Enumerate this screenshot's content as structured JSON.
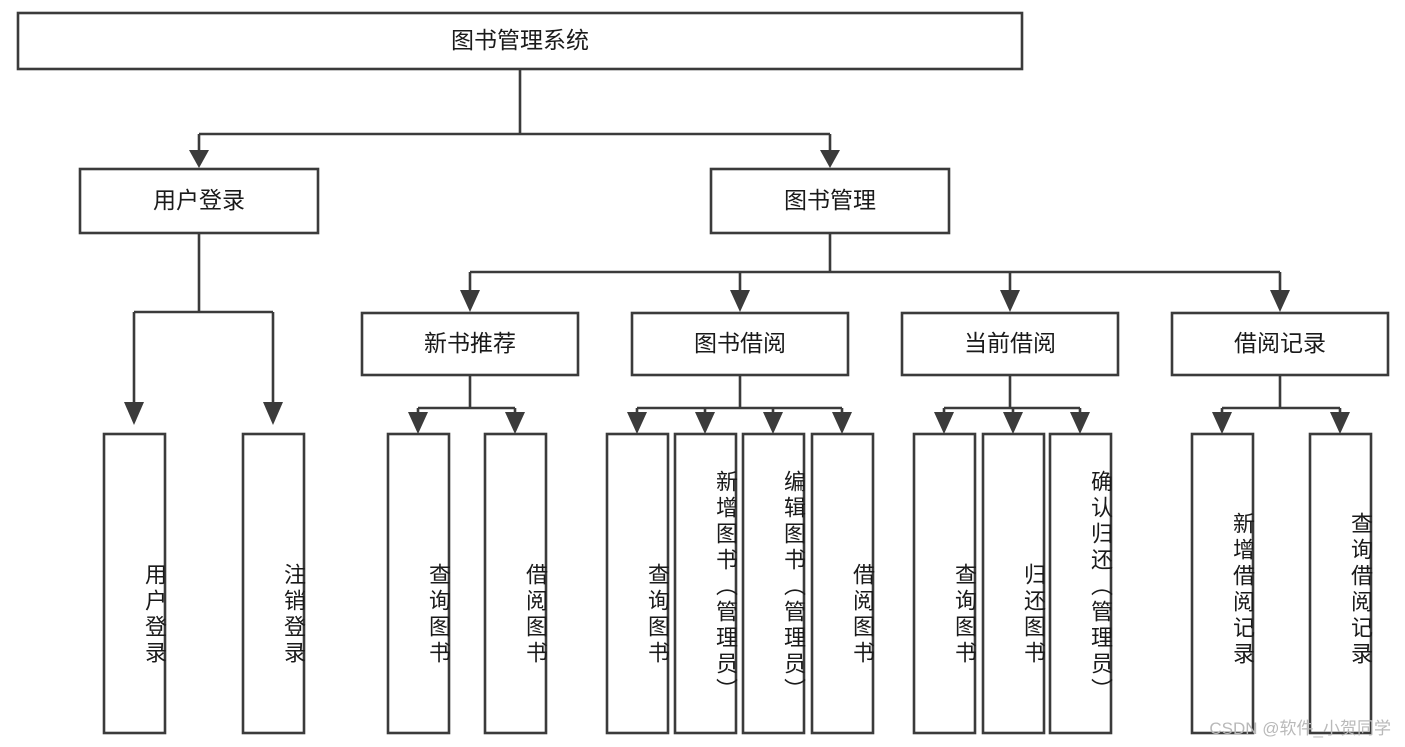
{
  "diagram": {
    "type": "hierarchy-tree",
    "title": "图书管理系统",
    "root": {
      "id": "root",
      "label": "图书管理系统"
    },
    "level2": [
      {
        "id": "user-login",
        "label": "用户登录"
      },
      {
        "id": "book-management",
        "label": "图书管理"
      }
    ],
    "level3": [
      {
        "id": "new-book-recommend",
        "label": "新书推荐",
        "parent": "book-management"
      },
      {
        "id": "book-borrow",
        "label": "图书借阅",
        "parent": "book-management"
      },
      {
        "id": "current-borrow",
        "label": "当前借阅",
        "parent": "book-management"
      },
      {
        "id": "borrow-record",
        "label": "借阅记录",
        "parent": "book-management"
      }
    ],
    "leaves": [
      {
        "id": "leaf-user-login",
        "label": "用户登录",
        "parent": "user-login"
      },
      {
        "id": "leaf-logout-login",
        "label": "注销登录",
        "parent": "user-login"
      },
      {
        "id": "leaf-query-book-1",
        "label": "查询图书",
        "parent": "new-book-recommend"
      },
      {
        "id": "leaf-borrow-book-1",
        "label": "借阅图书",
        "parent": "new-book-recommend"
      },
      {
        "id": "leaf-query-book-2",
        "label": "查询图书",
        "parent": "book-borrow"
      },
      {
        "id": "leaf-add-book",
        "label": "新增图书（管理员）",
        "parent": "book-borrow"
      },
      {
        "id": "leaf-edit-book",
        "label": "编辑图书（管理员）",
        "parent": "book-borrow"
      },
      {
        "id": "leaf-borrow-book-2",
        "label": "借阅图书",
        "parent": "book-borrow"
      },
      {
        "id": "leaf-query-book-3",
        "label": "查询图书",
        "parent": "current-borrow"
      },
      {
        "id": "leaf-return-book",
        "label": "归还图书",
        "parent": "current-borrow"
      },
      {
        "id": "leaf-confirm-return",
        "label": "确认归还（管理员）",
        "parent": "current-borrow"
      },
      {
        "id": "leaf-add-record",
        "label": "新增借阅记录",
        "parent": "borrow-record"
      },
      {
        "id": "leaf-query-record",
        "label": "查询借阅记录",
        "parent": "borrow-record"
      }
    ],
    "colors": {
      "stroke": "#3b3b3b",
      "fill": "#ffffff",
      "text": "#1a1a1a",
      "watermark": "#b9b9b9"
    }
  },
  "watermark": {
    "text": "CSDN @软件_小贺同学"
  }
}
